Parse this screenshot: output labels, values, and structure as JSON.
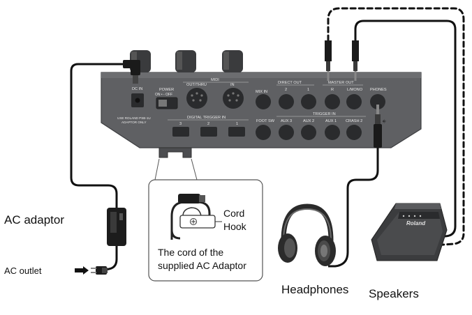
{
  "labels": {
    "ac_adaptor": "AC adaptor",
    "ac_outlet": "AC outlet",
    "headphones": "Headphones",
    "speakers": "Speakers",
    "cord_hook_line1": "Cord",
    "cord_hook_line2": "Hook",
    "cord_note_line1": "The cord of the",
    "cord_note_line2": "supplied AC Adaptor"
  },
  "panel": {
    "dc_in": "DC IN",
    "adaptor_note_line1": "USE ROLAND PSB-1U",
    "adaptor_note_line2": "ADAPTOR ONLY",
    "power": "POWER",
    "power_on_off": "ON • - OFF",
    "midi": "MIDI",
    "midi_out_thru": "OUT/THRU",
    "midi_in": "IN",
    "digital_trigger_in": "DIGITAL TRIGGER IN",
    "digital_3": "3",
    "digital_2": "2",
    "digital_1": "1",
    "mix_in": "MIX IN",
    "direct_out": "DIRECT OUT",
    "direct_2": "2",
    "direct_1": "1",
    "master_out": "MASTER OUT",
    "master_r": "R",
    "master_l_mono": "L/MONO",
    "phones": "PHONES",
    "foot_sw": "FOOT SW",
    "trigger_in": "TRIGGER IN",
    "aux3": "AUX 3",
    "aux2": "AUX 2",
    "aux1": "AUX 1",
    "crash2": "CRASH 2"
  },
  "speaker_brand": "Roland",
  "colors": {
    "panel": "#5f6063",
    "panel_dark": "#3e3f42",
    "cable": "#111111",
    "jack_hole": "#2a2b2d",
    "speaker_body": "#4a4b4d"
  }
}
